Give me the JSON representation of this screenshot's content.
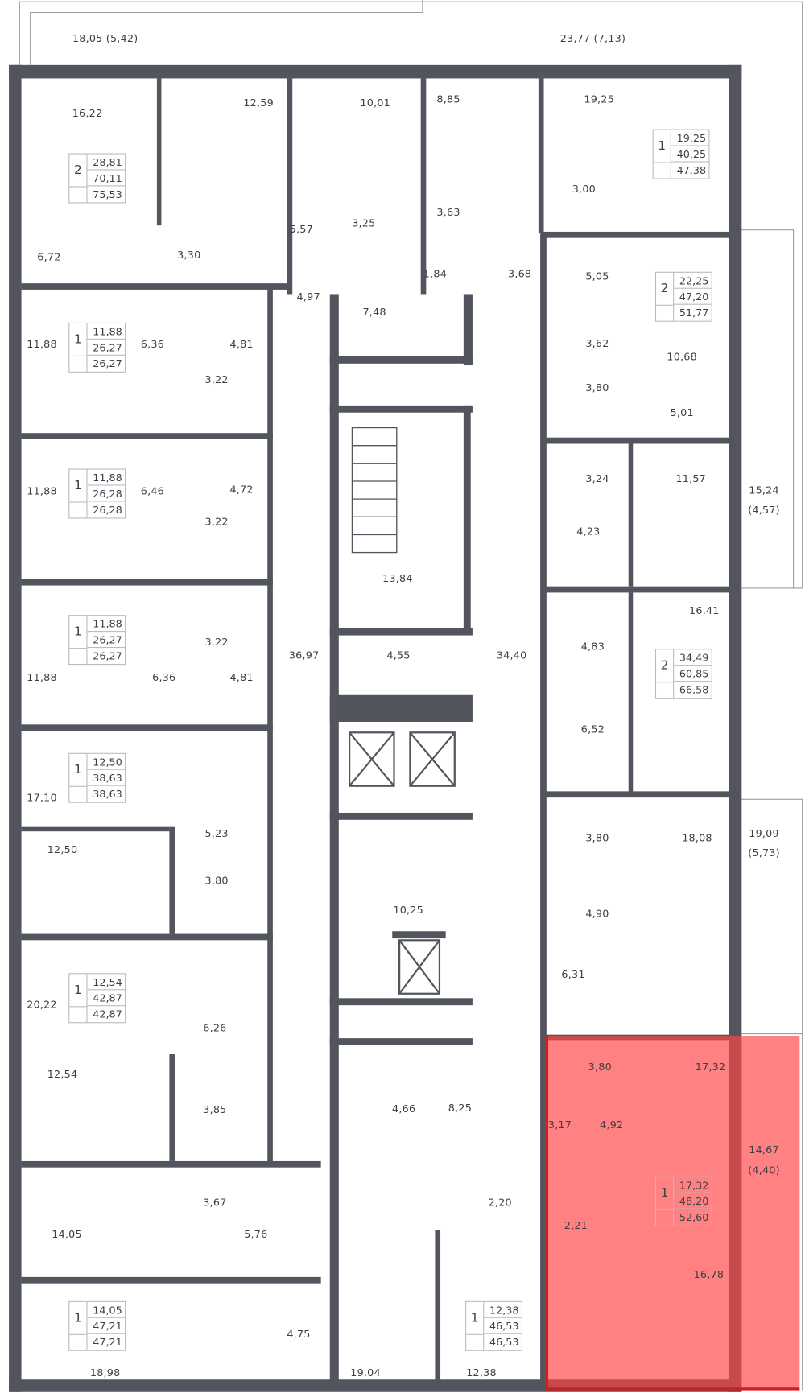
{
  "colors": {
    "wall": "#52555d",
    "highlight": "#ff5a5a",
    "text": "#3c3f47"
  },
  "rooms": [
    "18,05 (5,42)",
    "23,77 (7,13)",
    "16,22",
    "12,59",
    "10,01",
    "8,85",
    "19,25",
    "5,57",
    "3,25",
    "3,63",
    "3,00",
    "6,72",
    "3,30",
    "4,97",
    "1,84",
    "3,68",
    "5,05",
    "7,48",
    "3,62",
    "10,68",
    "11,88",
    "6,36",
    "4,81",
    "3,22",
    "3,80",
    "5,01",
    "11,88",
    "6,46",
    "4,72",
    "3,22",
    "3,24",
    "11,57",
    "15,24",
    "(4,57)",
    "4,23",
    "13,84",
    "16,41",
    "3,22",
    "4,83",
    "11,88",
    "6,36",
    "36,97",
    "4,55",
    "34,40",
    "4,81",
    "6,52",
    "17,10",
    "12,50",
    "5,23",
    "3,80",
    "3,80",
    "18,08",
    "19,09",
    "(5,73)",
    "10,25",
    "4,90",
    "6,31",
    "20,22",
    "6,26",
    "12,54",
    "3,85",
    "3,80",
    "17,32",
    "4,66",
    "8,25",
    "3,17",
    "4,92",
    "14,67",
    "(4,40)",
    "3,67",
    "2,20",
    "2,21",
    "14,05",
    "5,76",
    "16,78",
    "4,75",
    "18,98",
    "19,04",
    "12,38"
  ],
  "apartments": [
    {
      "rooms": "2",
      "living": "28,81",
      "total": "70,11",
      "total_balcony": "75,53"
    },
    {
      "rooms": "1",
      "living": "19,25",
      "total": "40,25",
      "total_balcony": "47,38"
    },
    {
      "rooms": "2",
      "living": "22,25",
      "total": "47,20",
      "total_balcony": "51,77"
    },
    {
      "rooms": "1",
      "living": "11,88",
      "total": "26,27",
      "total_balcony": "26,27"
    },
    {
      "rooms": "1",
      "living": "11,88",
      "total": "26,28",
      "total_balcony": "26,28"
    },
    {
      "rooms": "1",
      "living": "11,88",
      "total": "26,27",
      "total_balcony": "26,27"
    },
    {
      "rooms": "2",
      "living": "34,49",
      "total": "60,85",
      "total_balcony": "66,58"
    },
    {
      "rooms": "1",
      "living": "12,50",
      "total": "38,63",
      "total_balcony": "38,63"
    },
    {
      "rooms": "1",
      "living": "12,54",
      "total": "42,87",
      "total_balcony": "42,87"
    },
    {
      "rooms": "1",
      "living": "17,32",
      "total": "48,20",
      "total_balcony": "52,60",
      "selected": true
    },
    {
      "rooms": "1",
      "living": "14,05",
      "total": "47,21",
      "total_balcony": "47,21"
    },
    {
      "rooms": "1",
      "living": "12,38",
      "total": "46,53",
      "total_balcony": "46,53"
    }
  ]
}
